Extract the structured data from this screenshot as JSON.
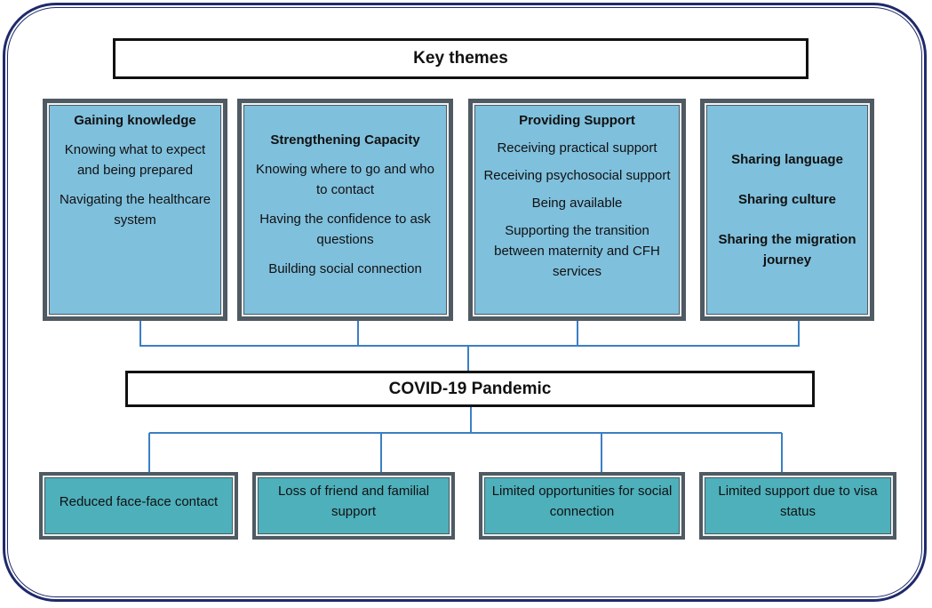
{
  "title": "Key themes",
  "themes": [
    {
      "heading": "Gaining knowledge",
      "items": [
        "Knowing what to expect and being prepared",
        "Navigating the healthcare system"
      ]
    },
    {
      "heading": "Strengthening Capacity",
      "items": [
        "Knowing where to go and who to contact",
        "Having the confidence to ask questions",
        "Building social connection"
      ]
    },
    {
      "heading": "Providing Support",
      "items": [
        "Receiving practical support",
        "Receiving psychosocial support",
        "Being available",
        "Supporting the transition between maternity and CFH services"
      ]
    },
    {
      "heading": "",
      "items": [
        "Sharing language",
        "Sharing culture",
        "Sharing the migration journey"
      ]
    }
  ],
  "pandemic": "COVID-19 Pandemic",
  "effects": [
    "Reduced face-face contact",
    "Loss of friend and familial support",
    "Limited opportunities for social connection",
    "Limited support due to visa status"
  ],
  "colors": {
    "theme_fill": "#7fc0dd",
    "effect_fill": "#4db0bb",
    "connector": "#3b7fc4",
    "frame": "#1f2a6b"
  }
}
